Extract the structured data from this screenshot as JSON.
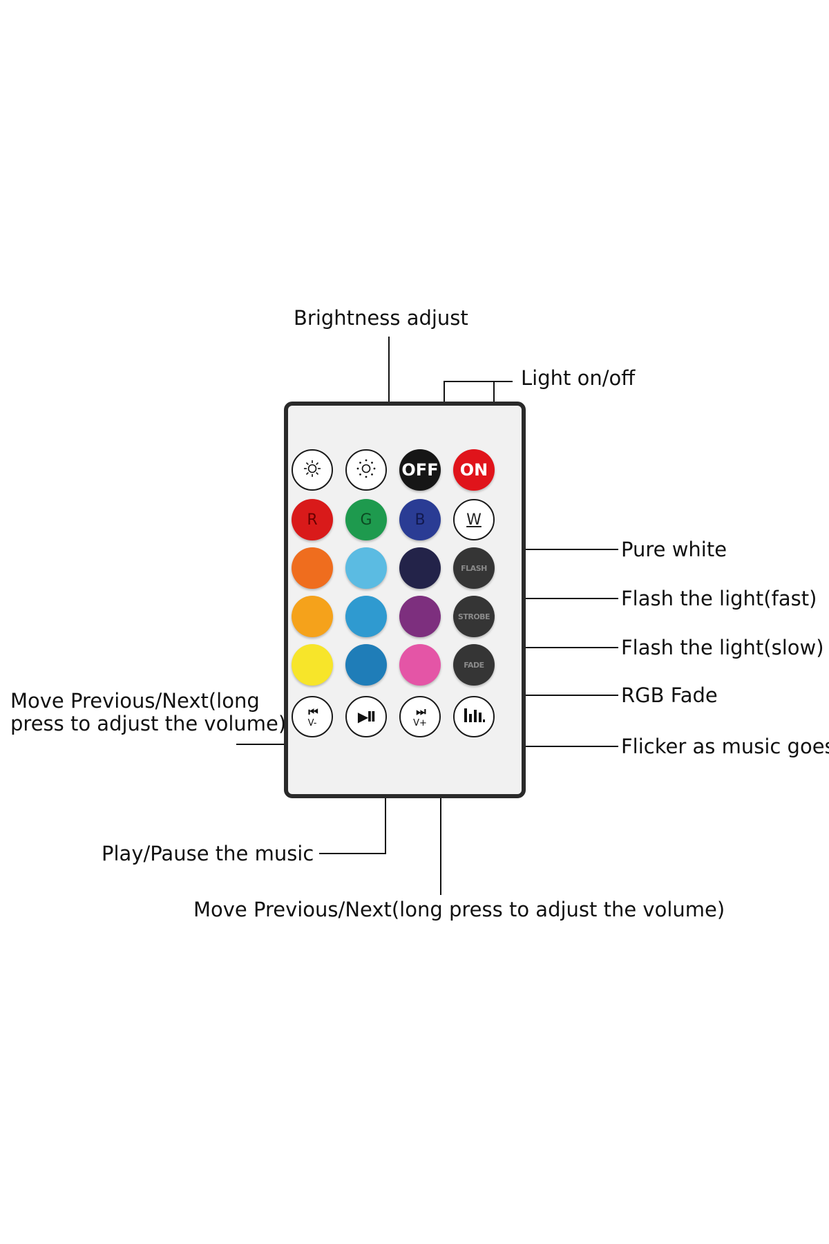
{
  "labels": {
    "brightness": "Brightness adjust",
    "light_on_off": "Light on/off",
    "pure_white": "Pure white",
    "flash_fast": "Flash the light(fast)",
    "flash_slow": "Flash the light(slow)",
    "rgb_fade": "RGB Fade",
    "music_flicker": "Flicker as music goes",
    "prev_next_left": "Move Previous/Next(long\npress to adjust the volume)",
    "play_pause": "Play/Pause the music",
    "prev_next_bottom": "Move Previous/Next(long press to adjust the volume)"
  },
  "remote": {
    "rows": [
      [
        {
          "name": "brightness-down-button",
          "kind": "icon",
          "icon": "sun-outline-icon",
          "color": "#ffffff"
        },
        {
          "name": "brightness-up-button",
          "kind": "icon",
          "icon": "sun-dotted-icon",
          "color": "#ffffff"
        },
        {
          "name": "off-button",
          "text": "OFF",
          "color": "#161616"
        },
        {
          "name": "on-button",
          "text": "ON",
          "color": "#e0141b"
        }
      ],
      [
        {
          "name": "red-button",
          "text": "R",
          "color": "#d91a1a"
        },
        {
          "name": "green-button",
          "text": "G",
          "color": "#1e9a4e"
        },
        {
          "name": "blue-button",
          "text": "B",
          "color": "#2a3c94"
        },
        {
          "name": "white-button",
          "text": "W",
          "color": "#ffffff"
        }
      ],
      [
        {
          "name": "orange-button",
          "color": "#ef6d1e"
        },
        {
          "name": "light-blue-button",
          "color": "#5bbbe2"
        },
        {
          "name": "navy-button",
          "color": "#232349"
        },
        {
          "name": "flash-button",
          "text": "FLASH",
          "color": "#353535"
        }
      ],
      [
        {
          "name": "amber-button",
          "color": "#f5a21b"
        },
        {
          "name": "teal-blue-button",
          "color": "#2f9ad0"
        },
        {
          "name": "purple-button",
          "color": "#7d2f7e"
        },
        {
          "name": "strobe-button",
          "text": "STROBE",
          "color": "#353535"
        }
      ],
      [
        {
          "name": "yellow-button",
          "color": "#f7e52a"
        },
        {
          "name": "ocean-blue-button",
          "color": "#1f7db8"
        },
        {
          "name": "pink-button",
          "color": "#e455a6"
        },
        {
          "name": "fade-button",
          "text": "FADE",
          "color": "#353535"
        }
      ],
      [
        {
          "name": "previous-button",
          "kind": "media",
          "glyph": "⏮",
          "sub": "V-",
          "color": "#ffffff"
        },
        {
          "name": "play-pause-button",
          "kind": "play",
          "glyph": "▶II",
          "color": "#ffffff"
        },
        {
          "name": "next-button",
          "kind": "media",
          "glyph": "⏭",
          "sub": "V+",
          "color": "#ffffff"
        },
        {
          "name": "music-button",
          "kind": "music",
          "icon": "equalizer-icon",
          "color": "#ffffff"
        }
      ]
    ]
  }
}
